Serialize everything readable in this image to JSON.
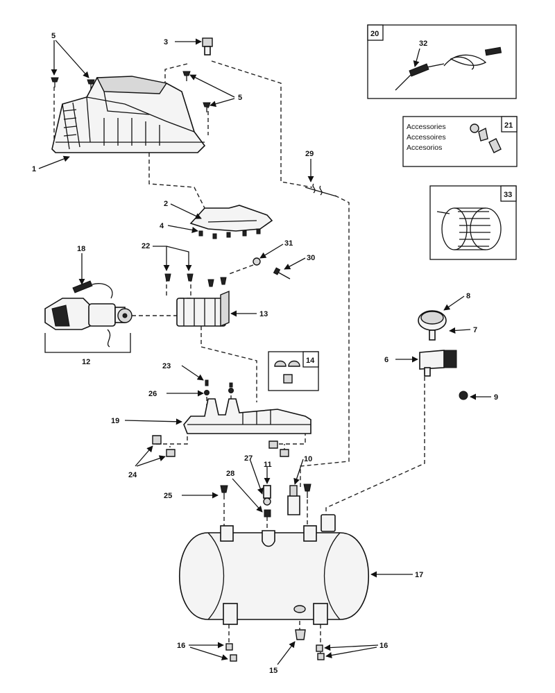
{
  "callouts": [
    "1",
    "2",
    "3",
    "4",
    "5",
    "6",
    "7",
    "8",
    "9",
    "10",
    "11",
    "12",
    "13",
    "14",
    "15",
    "16",
    "17",
    "18",
    "19",
    "20",
    "21",
    "22",
    "23",
    "24",
    "25",
    "26",
    "27",
    "28",
    "29",
    "30",
    "31",
    "32",
    "33"
  ],
  "accessories": [
    "Accessories",
    "Accessoires",
    "Accesorios"
  ]
}
